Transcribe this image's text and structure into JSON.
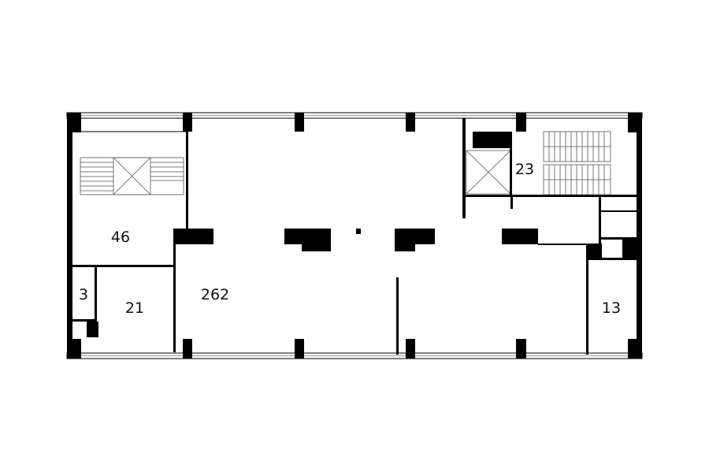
{
  "plan": {
    "rooms": [
      {
        "id": "stair-left",
        "area": "46"
      },
      {
        "id": "open-office",
        "area": "262"
      },
      {
        "id": "closet",
        "area": "3"
      },
      {
        "id": "room-left",
        "area": "21"
      },
      {
        "id": "core-right",
        "area": "23"
      },
      {
        "id": "room-right",
        "area": "13"
      }
    ]
  }
}
